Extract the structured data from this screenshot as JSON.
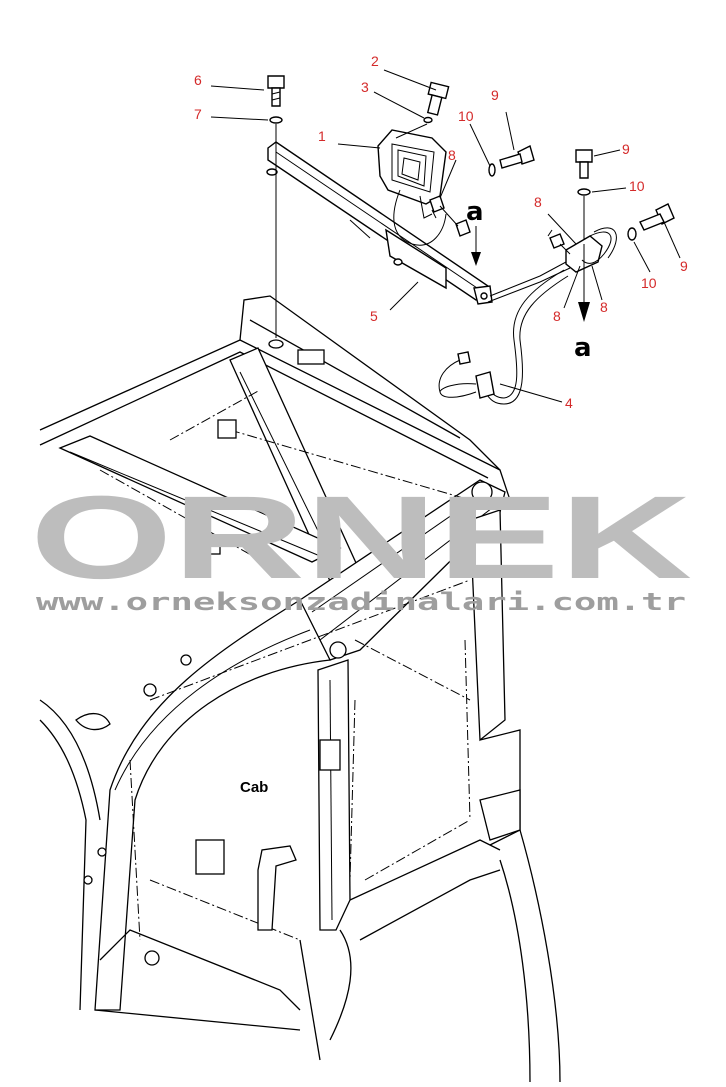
{
  "diagram": {
    "callouts": [
      {
        "id": "c1",
        "text": "1"
      },
      {
        "id": "c2",
        "text": "2"
      },
      {
        "id": "c3",
        "text": "3"
      },
      {
        "id": "c4",
        "text": "4"
      },
      {
        "id": "c5",
        "text": "5"
      },
      {
        "id": "c6",
        "text": "6"
      },
      {
        "id": "c7",
        "text": "7"
      },
      {
        "id": "c8a",
        "text": "8"
      },
      {
        "id": "c8b",
        "text": "8"
      },
      {
        "id": "c8c",
        "text": "8"
      },
      {
        "id": "c8d",
        "text": "8"
      },
      {
        "id": "c9a",
        "text": "9"
      },
      {
        "id": "c9b",
        "text": "9"
      },
      {
        "id": "c9c",
        "text": "9"
      },
      {
        "id": "c10a",
        "text": "10"
      },
      {
        "id": "c10b",
        "text": "10"
      },
      {
        "id": "c10c",
        "text": "10"
      }
    ],
    "reference_marks": {
      "a_upper": "a",
      "a_right": "a"
    },
    "cab_label": "Cab",
    "colors": {
      "callout": "#d42a2a",
      "line": "#000000",
      "watermark": "#bdbdbd"
    }
  },
  "watermark": {
    "text": "ORNEK",
    "url": "www.orneksonzadinalari.com.tr"
  }
}
